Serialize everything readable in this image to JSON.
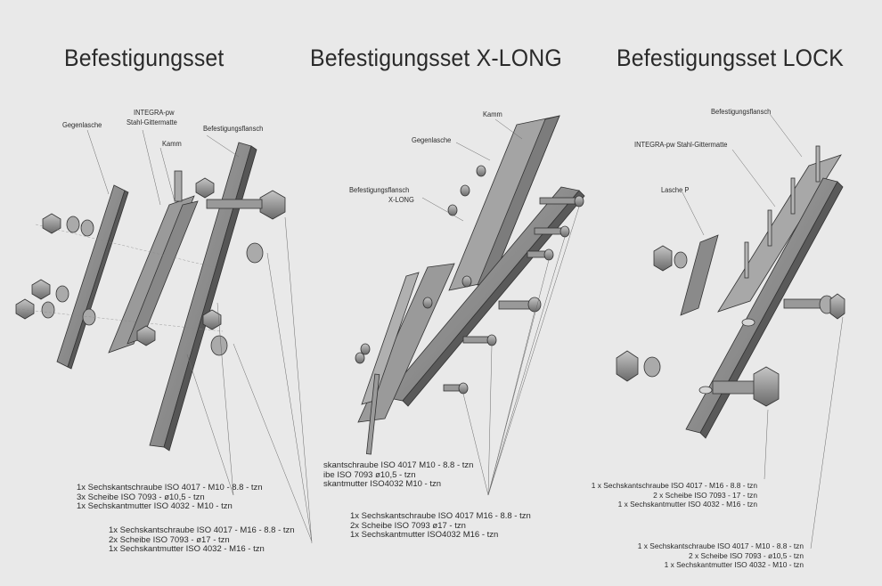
{
  "panels": [
    {
      "title": "Befestigungsset",
      "labels": [
        "Gegenlasche",
        "INTEGRA-pw",
        "Stahl-Gittermatte",
        "Kamm",
        "Befestigungsflansch"
      ],
      "parts_a": [
        "1x Sechskantschraube ISO 4017 - M10 - 8.8 - tzn",
        "3x Scheibe ISO 7093 - ø10,5 - tzn",
        "1x Sechskantmutter ISO 4032 - M10 - tzn"
      ],
      "parts_b": [
        "1x Sechskantschraube ISO 4017 - M16 - 8.8 - tzn",
        "2x Scheibe ISO 7093 - ø17 - tzn",
        "1x Sechskantmutter ISO 4032 - M16 - tzn"
      ]
    },
    {
      "title": "Befestigungsset X-LONG",
      "labels": [
        "Kamm",
        "Gegenlasche",
        "Befestigungsflansch",
        "X-LONG"
      ],
      "parts_a": [
        "skantschraube ISO 4017 M10 - 8.8 - tzn",
        "ibe ISO 7093 ø10,5 - tzn",
        "skantmutter ISO4032 M10 - tzn"
      ],
      "parts_b": [
        "1x Sechskantschraube ISO 4017 M16 - 8.8 - tzn",
        "2x Scheibe ISO 7093 ø17 - tzn",
        "1x Sechskantmutter ISO4032 M16 - tzn"
      ]
    },
    {
      "title": "Befestigungsset LOCK",
      "labels": [
        "Befestigungsflansch",
        "INTEGRA-pw Stahl-Gittermatte",
        "Lasche P"
      ],
      "parts_a": [
        "1 x Sechskantschraube ISO 4017 - M16 - 8.8 - tzn",
        "2 x Scheibe ISO 7093 - 17 - tzn",
        "1 x Sechskantmutter ISO 4032 - M16 - tzn"
      ],
      "parts_b": [
        "1 x Sechskantschraube ISO 4017 - M10 - 8.8 - tzn",
        "2 x Scheibe ISO 7093 - ø10,5 - tzn",
        "1 x Sechskantmutter ISO 4032 - M10 - tzn"
      ]
    }
  ],
  "colors": {
    "background": "#e9e9e9",
    "metal": "#8c8c8c",
    "metal_dark": "#5e5e5e",
    "metal_light": "#b9b9b9",
    "text": "#2a2a2a",
    "leader": "#6a6a6a"
  }
}
